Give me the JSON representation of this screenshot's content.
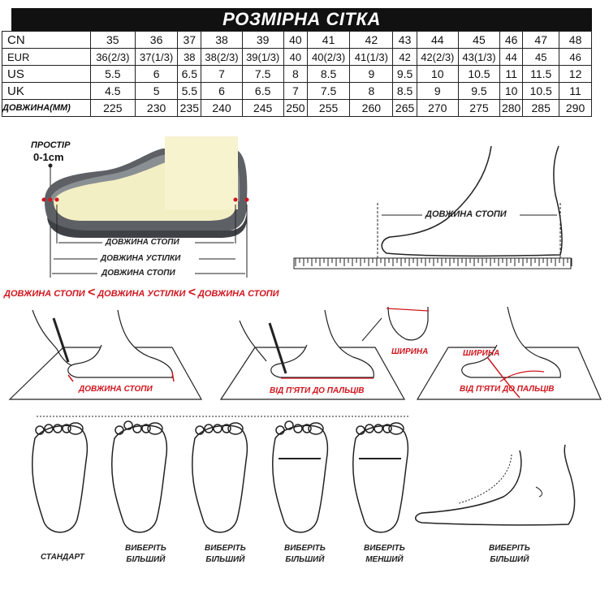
{
  "table": {
    "title": "РОЗМІРНА СІТКА",
    "rows": [
      {
        "label": "CN",
        "values": [
          "35",
          "36",
          "37",
          "38",
          "39",
          "40",
          "41",
          "42",
          "43",
          "44",
          "45",
          "46",
          "47",
          "48"
        ]
      },
      {
        "label": "EUR",
        "values": [
          "36(2/3)",
          "37(1/3)",
          "38",
          "38(2/3)",
          "39(1/3)",
          "40",
          "40(2/3)",
          "41(1/3)",
          "42",
          "42(2/3)",
          "43(1/3)",
          "44",
          "45",
          "46"
        ]
      },
      {
        "label": "US",
        "values": [
          "5.5",
          "6",
          "6.5",
          "7",
          "7.5",
          "8",
          "8.5",
          "9",
          "9.5",
          "10",
          "10.5",
          "11",
          "11.5",
          "12"
        ]
      },
      {
        "label": "UK",
        "values": [
          "4.5",
          "5",
          "5.5",
          "6",
          "6.5",
          "7",
          "7.5",
          "8",
          "8.5",
          "9",
          "9.5",
          "10",
          "10.5",
          "11"
        ]
      },
      {
        "label": "ДОВЖИНА(ММ)",
        "values": [
          "225",
          "230",
          "235",
          "240",
          "245",
          "250",
          "255",
          "260",
          "265",
          "270",
          "275",
          "280",
          "285",
          "290"
        ]
      }
    ]
  },
  "shoe_diagram": {
    "space_label": "ПРОСТІР",
    "space_value": "0-1cm",
    "foot_length": "ДОВЖИНА СТОПИ",
    "insole_length": "ДОВЖИНА УСТІЛКИ",
    "shoe_length": "ДОВЖИНА СТОПИ"
  },
  "ruler_diagram": {
    "foot_length": "ДОВЖИНА СТОПИ"
  },
  "comparison": {
    "a": "ДОВЖИНА СТОПИ",
    "op1": "<",
    "b": "ДОВЖИНА УСТІЛКИ",
    "op2": "<",
    "c": "ДОВЖИНА СТОПИ"
  },
  "measure_steps": {
    "step1": "ДОВЖИНА СТОПИ",
    "step2": "ВІД П'ЯТИ ДО ПАЛЬЦІВ",
    "width_label": "ШИРИНА",
    "step3_width": "ШИРИНА",
    "step3_length": "ВІД П'ЯТИ ДО ПАЛЬЦІВ"
  },
  "foot_types": [
    {
      "l1": "СТАНДАРТ",
      "l2": ""
    },
    {
      "l1": "ВИБЕРІТЬ",
      "l2": "БІЛЬШИЙ"
    },
    {
      "l1": "ВИБЕРІТЬ",
      "l2": "БІЛЬШИЙ"
    },
    {
      "l1": "ВИБЕРІТЬ",
      "l2": "БІЛЬШИЙ"
    },
    {
      "l1": "ВИБЕРІТЬ",
      "l2": "МЕНШИЙ"
    },
    {
      "l1": "ВИБЕРІТЬ",
      "l2": "БІЛЬШИЙ"
    }
  ],
  "colors": {
    "accent_red": "#d0161e",
    "ink": "#111111",
    "insole": "#f3efc4",
    "sole": "#55595c"
  }
}
